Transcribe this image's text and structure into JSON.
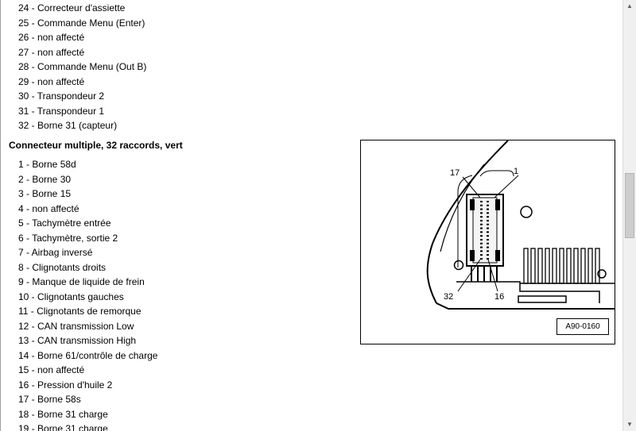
{
  "top_list": [
    "24 - Correcteur d'assiette",
    "25 - Commande Menu (Enter)",
    "26 - non affecté",
    "27 - non affecté",
    "28 - Commande Menu (Out B)",
    "29 - non affecté",
    "30 - Transpondeur 2",
    "31 - Transpondeur 1",
    "32 - Borne 31 (capteur)"
  ],
  "section_heading": "Connecteur multiple, 32 raccords, vert",
  "main_list": [
    " 1 - Borne 58d",
    " 2 - Borne 30",
    " 3 - Borne 15",
    " 4 - non affecté",
    " 5 - Tachymètre entrée",
    " 6 - Tachymètre, sortie 2",
    " 7 - Airbag inversé",
    " 8 - Clignotants droits",
    " 9 - Manque de liquide de frein",
    "10 - Clignotants gauches",
    "11 - Clignotants de remorque",
    "12 - CAN transmission Low",
    "13 - CAN transmission High",
    "14 - Borne 61/contrôle de charge",
    "15 - non affecté",
    "16 - Pression d'huile 2",
    "17 - Borne 58s",
    "18 - Borne 31 charge",
    "19 - Borne 31 charge"
  ],
  "figure": {
    "pin_labels": {
      "top_left": "17",
      "top_right": "1",
      "bottom_left": "32",
      "bottom_right": "16"
    },
    "code": "A90-0160"
  },
  "scrollbar": {
    "up_icon": "▲",
    "down_icon": "▼"
  }
}
